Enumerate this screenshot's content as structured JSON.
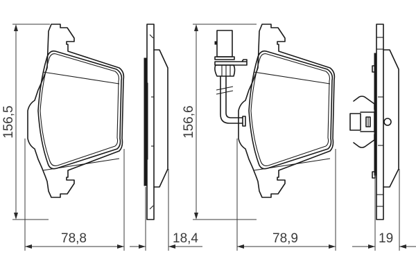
{
  "diagram": {
    "subject": "brake pad set technical drawing",
    "stroke_color": "#1a1a1a",
    "dimension_color": "#3a3a3a",
    "background": "#ffffff",
    "views": [
      {
        "id": "pad-1-front",
        "label": "brake pad front view"
      },
      {
        "id": "pad-1-side",
        "label": "brake pad side view"
      },
      {
        "id": "pad-2-front",
        "label": "brake pad with wear sensor front view"
      },
      {
        "id": "pad-2-side",
        "label": "brake pad with clip side view"
      }
    ],
    "dimensions": {
      "pad1_height": "156,5",
      "pad1_width": "78,8",
      "pad1_thickness": "18,4",
      "pad2_height": "156,6",
      "pad2_width": "78,9",
      "pad2_thickness": "19"
    }
  }
}
